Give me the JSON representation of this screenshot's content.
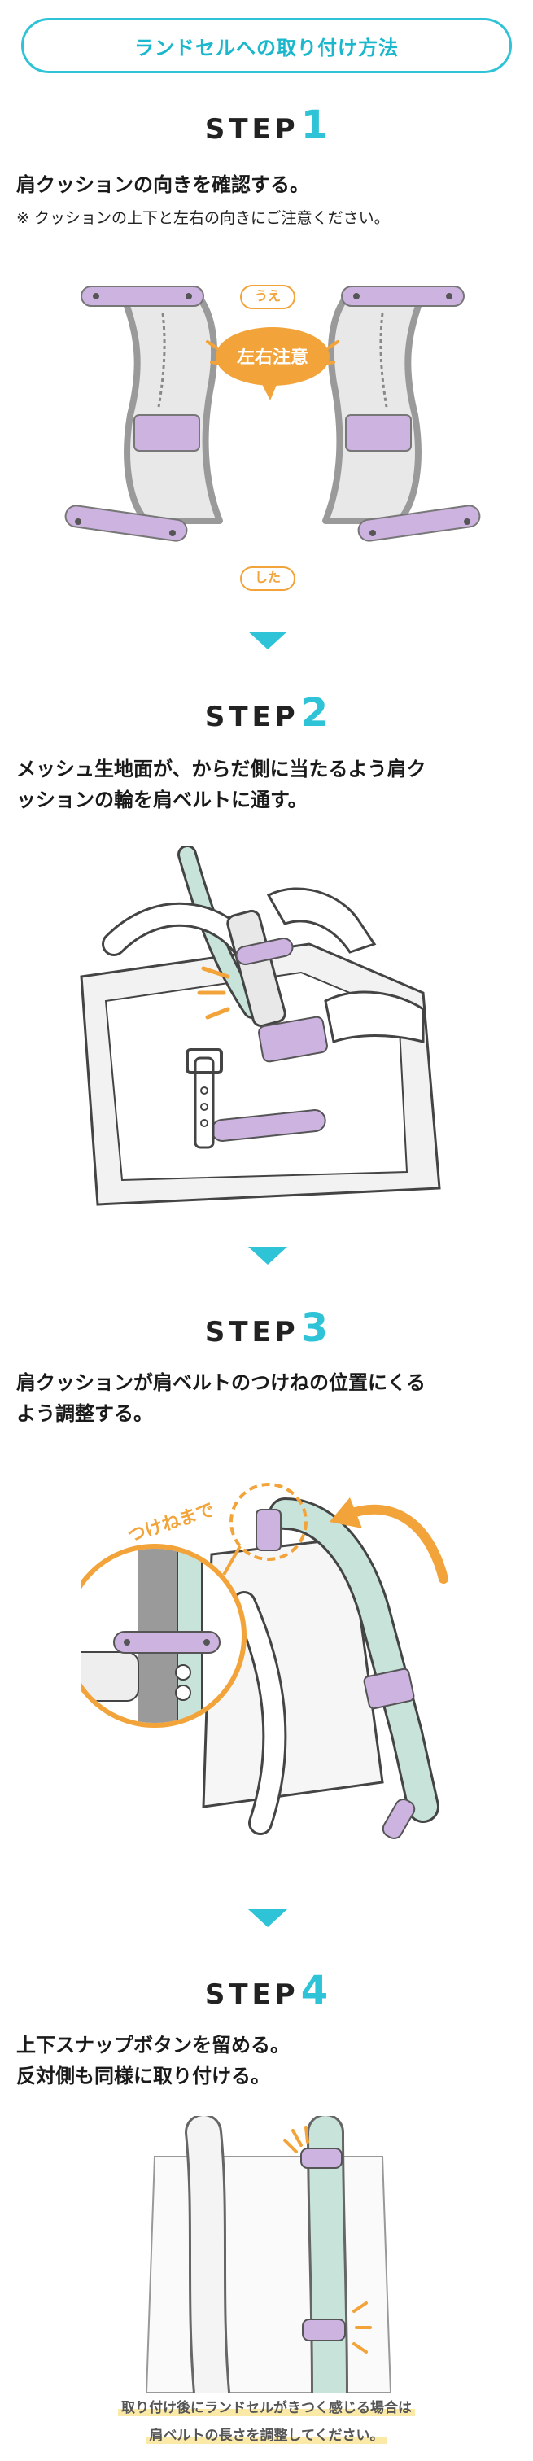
{
  "header": {
    "title": "ランドセルへの取り付け方法"
  },
  "steps": [
    {
      "label": "STEP",
      "number": "1",
      "instruction": "肩クッションの向きを確認する。",
      "note": "※ クッションの上下と左右の向きにご注意ください。",
      "tags": {
        "top": "うえ",
        "bottom": "した",
        "bubble": "左右注意"
      }
    },
    {
      "label": "STEP",
      "number": "2",
      "instruction_lines": [
        "メッシュ生地面が、からだ側に当たるよう肩ク",
        "ッションの輪を肩ベルトに通す。"
      ]
    },
    {
      "label": "STEP",
      "number": "3",
      "instruction_lines": [
        "肩クッションが肩ベルトのつけねの位置にくる",
        "よう調整する。"
      ],
      "callout": "つけねまで"
    },
    {
      "label": "STEP",
      "number": "4",
      "instruction_lines": [
        "上下スナップボタンを留める。",
        "反対側も同様に取り付ける。"
      ]
    }
  ],
  "footer_note": {
    "lines": [
      "取り付け後にランドセルがきつく感じる場合は",
      "肩ベルトの長さを調整してください。"
    ]
  },
  "colors": {
    "accent": "#2ec3d6",
    "orange": "#f2a43a",
    "lavender": "#cdb3e0",
    "mint": "#c7e3da",
    "cushion_gray": "#9a9a9a"
  },
  "icons": [
    "down-arrow-icon",
    "motion-lines-icon",
    "rotate-arrow-icon"
  ]
}
